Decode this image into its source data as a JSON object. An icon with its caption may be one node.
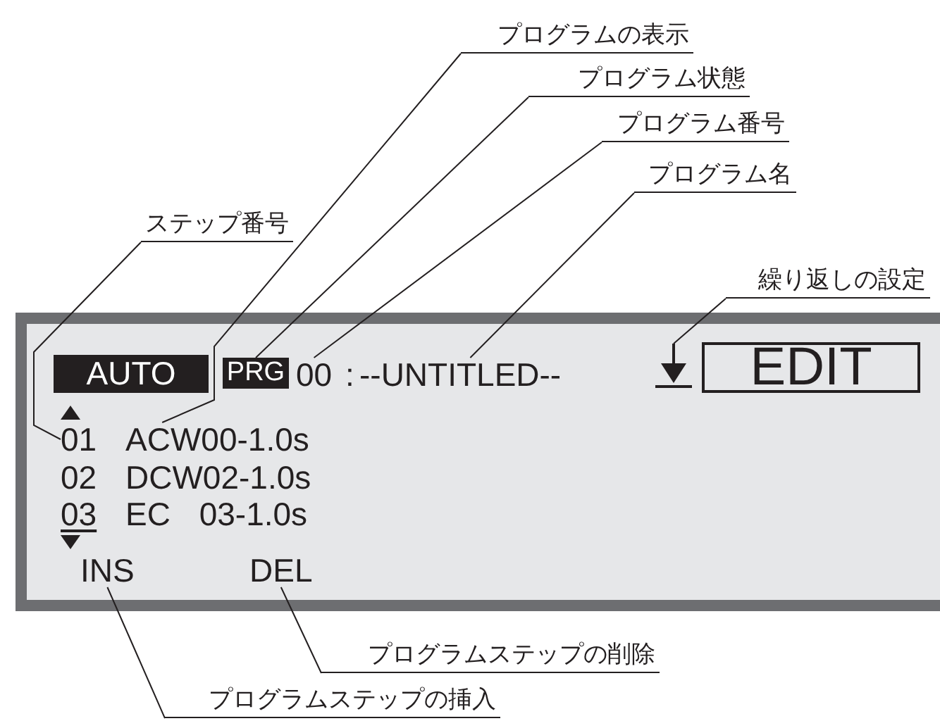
{
  "diagram": {
    "nodes": [
      {
        "text": [
          "プログラムの表示"
        ]
      },
      {
        "text": [
          "プログラム状態"
        ]
      },
      {
        "text": [
          "プログラム番号"
        ]
      },
      {
        "text": [
          "プログラム名"
        ]
      },
      {
        "text": [
          "ステップ番号"
        ]
      },
      {
        "text": [
          "繰り返しの設定"
        ]
      },
      {
        "text": [],
        "shape": "box"
      },
      {
        "text": [
          "AUTO"
        ],
        "in": 6
      },
      {
        "text": [
          "PRG"
        ],
        "in": 6
      },
      {
        "text": [
          "00"
        ],
        "in": 6
      },
      {
        "text": [
          "--UNTITLED--"
        ],
        "in": 6
      },
      {
        "text": [],
        "shape": "arrow",
        "in": 6
      },
      {
        "text": [
          "EDIT"
        ],
        "in": 6
      },
      {
        "text": [
          "01"
        ],
        "in": 6
      },
      {
        "text": [
          "ACW00-1.0s"
        ],
        "in": 6
      },
      {
        "text": [
          "INS"
        ],
        "in": 6
      },
      {
        "text": [
          "DEL"
        ],
        "in": 6
      },
      {
        "text": [
          "プログラムステップの削除"
        ]
      },
      {
        "text": [
          "プログラムステップの挿入"
        ]
      }
    ],
    "edges": [
      {
        "from": 0,
        "to": 14,
        "arrow": "none"
      },
      {
        "from": 1,
        "to": 8,
        "arrow": "none"
      },
      {
        "from": 2,
        "to": 9,
        "arrow": "none"
      },
      {
        "from": 3,
        "to": 10,
        "arrow": "none"
      },
      {
        "from": 4,
        "to": 13,
        "arrow": "none"
      },
      {
        "from": 5,
        "to": 11,
        "arrow": "none"
      },
      {
        "from": 17,
        "to": 16,
        "arrow": "none"
      },
      {
        "from": 18,
        "to": 15,
        "arrow": "none"
      }
    ],
    "labels": [
      ":",
      "02",
      "DCW02-1.0s",
      "03",
      "EC 03-1.0s"
    ]
  }
}
